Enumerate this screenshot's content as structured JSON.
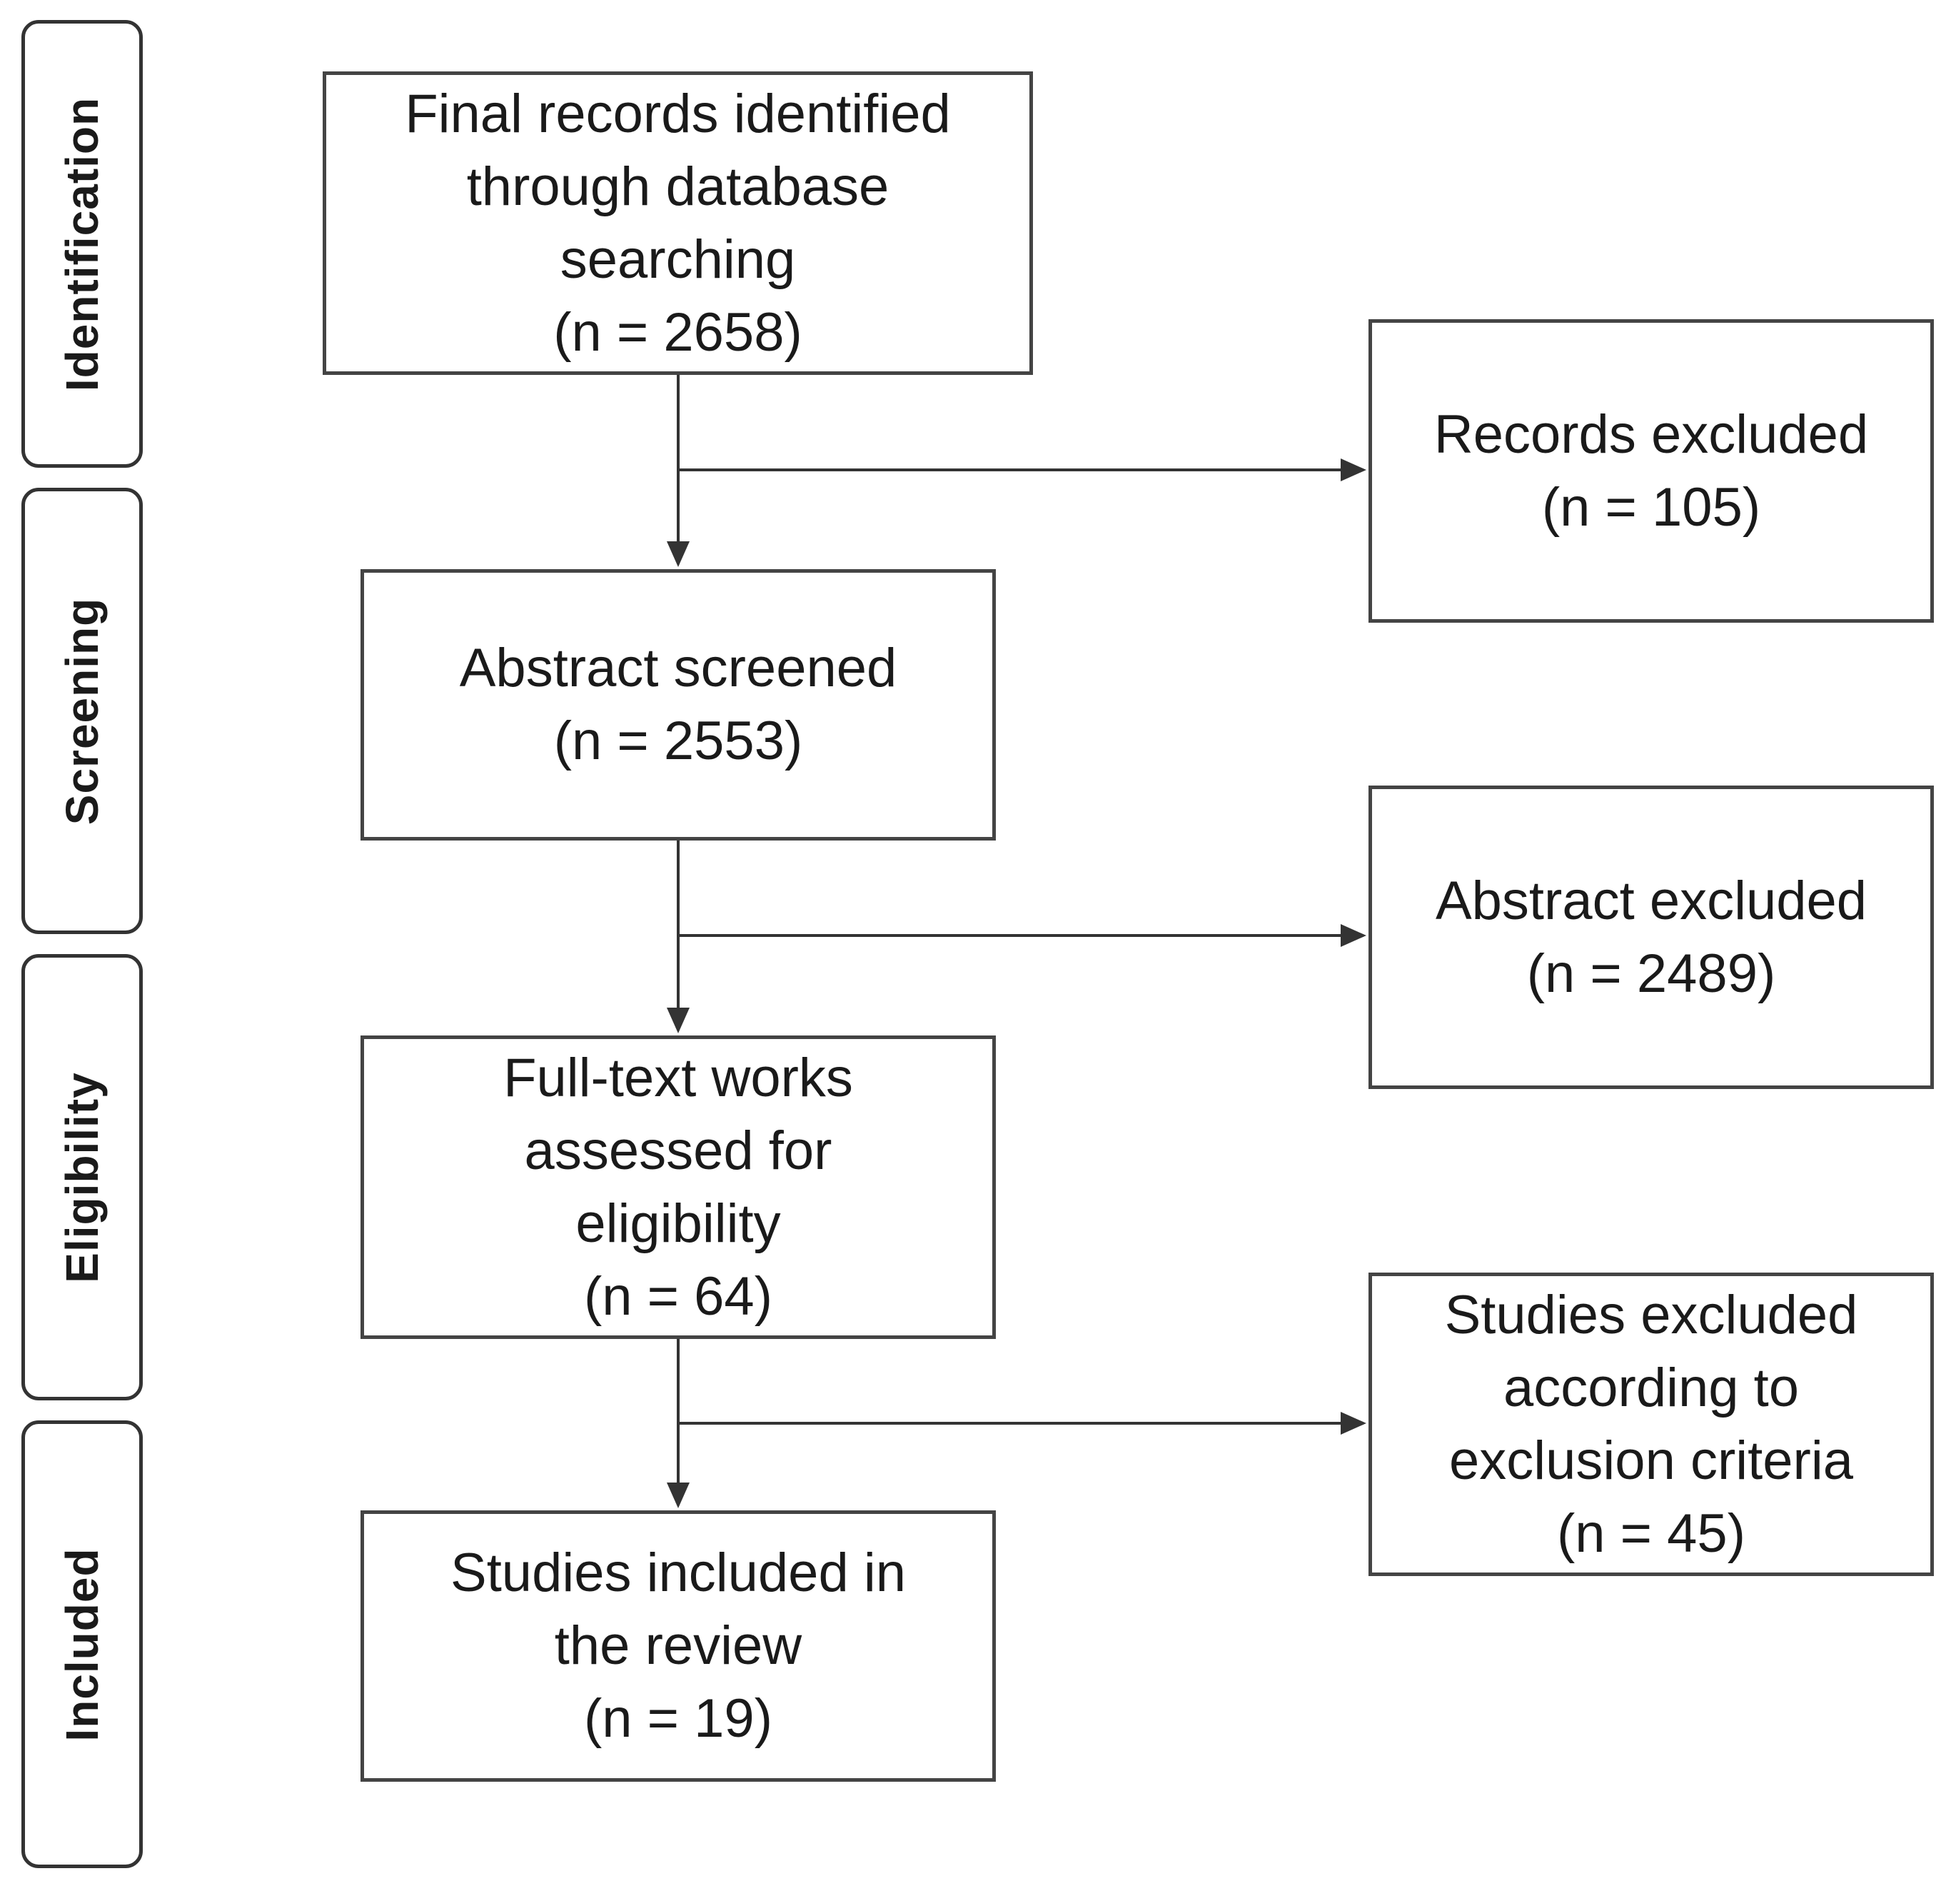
{
  "phases": {
    "identification": "Identification",
    "screening": "Screening",
    "eligibility": "Eligibility",
    "included": "Included"
  },
  "main_boxes": {
    "records_identified": {
      "line1": "Final records identified",
      "line2": "through database",
      "line3": "searching",
      "count": "(n = 2658)"
    },
    "abstract_screened": {
      "line1": "Abstract screened",
      "count": "(n = 2553)"
    },
    "full_text_assessed": {
      "line1": "Full-text works",
      "line2": "assessed for",
      "line3": "eligibility",
      "count": "(n = 64)"
    },
    "studies_included": {
      "line1": "Studies included in",
      "line2": "the review",
      "count": "(n = 19)"
    }
  },
  "side_boxes": {
    "records_excluded": {
      "line1": "Records excluded",
      "count": "(n = 105)"
    },
    "abstract_excluded": {
      "line1": "Abstract excluded",
      "count": "(n = 2489)"
    },
    "studies_excluded": {
      "line1": "Studies excluded",
      "line2": "according to",
      "line3": "exclusion criteria",
      "count": "(n = 45)"
    }
  }
}
